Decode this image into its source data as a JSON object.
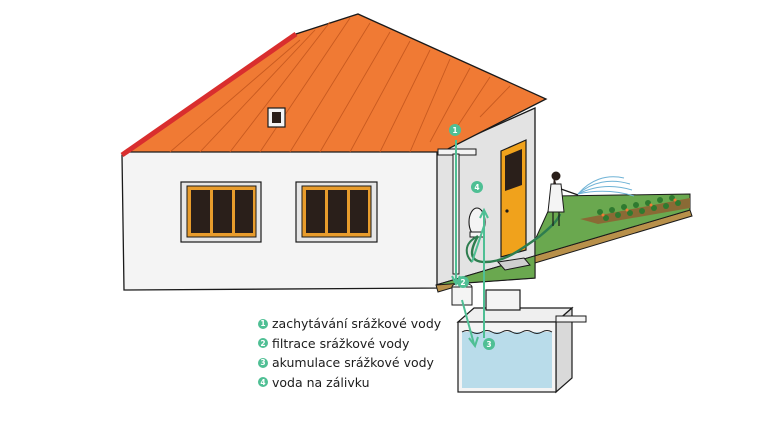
{
  "legend": {
    "items": [
      {
        "number": "1",
        "label": "zachytávání srážkové vody"
      },
      {
        "number": "2",
        "label": "filtrace srážkové vody"
      },
      {
        "number": "3",
        "label": "akumulace srážkové vody"
      },
      {
        "number": "4",
        "label": "voda na zálivku"
      }
    ]
  },
  "colors": {
    "roof": "#f07a34",
    "roof_edge": "#d92e2e",
    "wall": "#f4f4f4",
    "side_wall": "#e3e3e3",
    "lawn": "#6aa84f",
    "soil": "#b8904a",
    "tank_water": "#b9dcea",
    "window_frame": "#e89c2c",
    "door": "#f0a21c",
    "flow_arrow": "#4fbf94",
    "outline": "#1a1a1a"
  }
}
